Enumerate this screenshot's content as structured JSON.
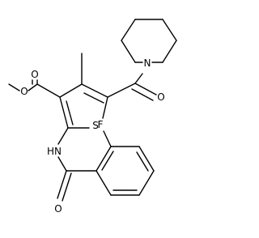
{
  "molecule": {
    "atoms": {
      "ring_sulfur": "S",
      "piperidine_nitrogen": "N",
      "amide_nh": "HN",
      "ketone_oxygen": "O",
      "ester_carbonyl_oxygen": "O",
      "ester_ether_oxygen": "O",
      "amide_oxygen": "O",
      "fluorine": "F"
    }
  }
}
